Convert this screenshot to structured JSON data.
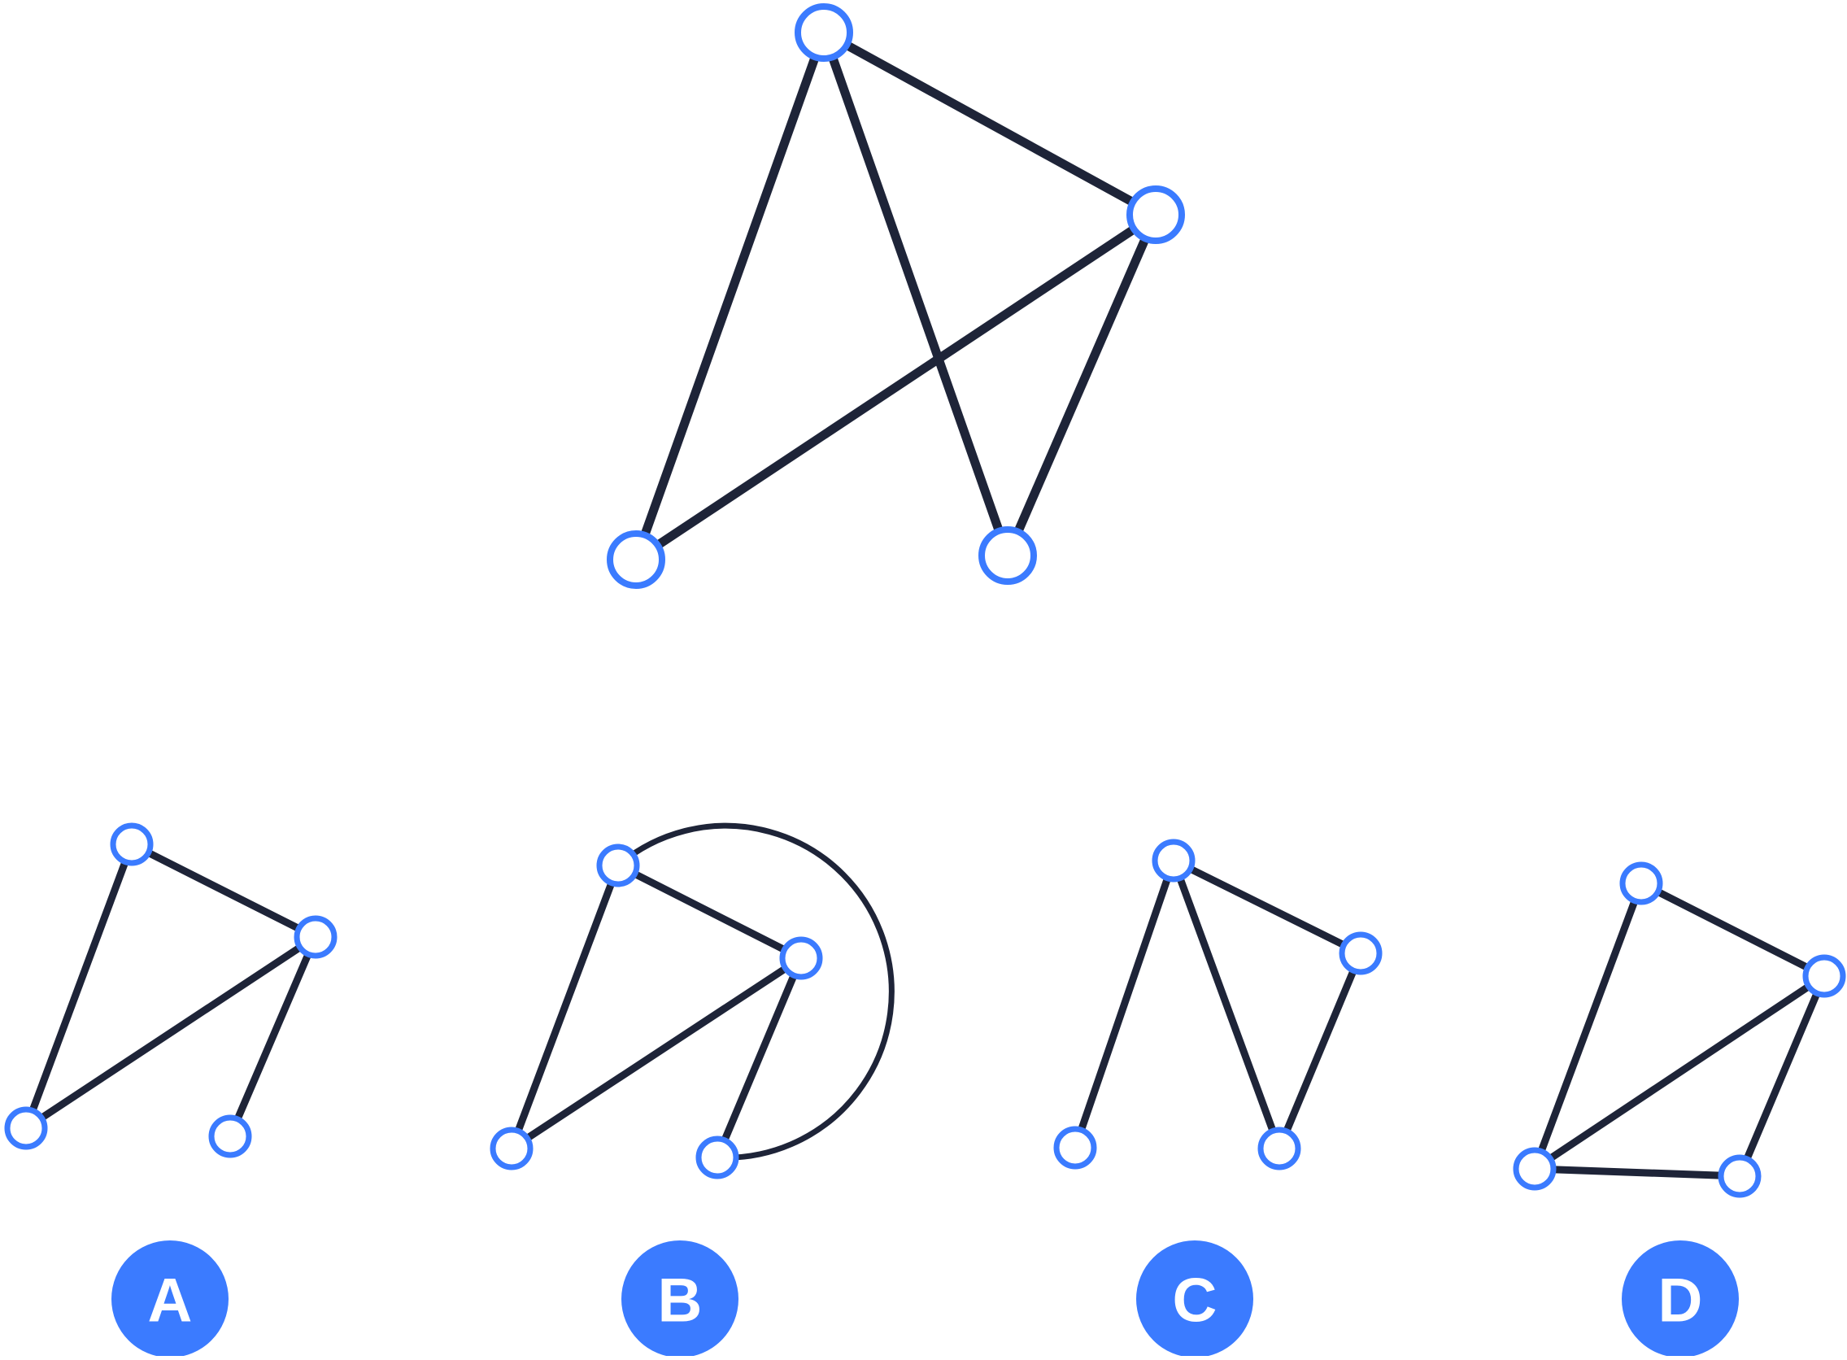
{
  "colors": {
    "edge": "#1e2438",
    "node_stroke": "#3b7bff",
    "node_fill": "#ffffff",
    "badge_fill": "#3b7bff",
    "badge_text": "#ffffff"
  },
  "main_graph": {
    "nodes": [
      "top",
      "right",
      "bottom-left",
      "bottom-right"
    ],
    "edges": [
      [
        "top",
        "right"
      ],
      [
        "top",
        "bottom-left"
      ],
      [
        "top",
        "bottom-right"
      ],
      [
        "right",
        "bottom-left"
      ],
      [
        "right",
        "bottom-right"
      ]
    ]
  },
  "options": [
    {
      "label": "A",
      "nodes": [
        "top",
        "right",
        "left",
        "bottom"
      ],
      "edges": [
        [
          "top",
          "right"
        ],
        [
          "top",
          "left"
        ],
        [
          "right",
          "left"
        ],
        [
          "right",
          "bottom"
        ]
      ]
    },
    {
      "label": "B",
      "nodes": [
        "top",
        "right",
        "left",
        "bottom"
      ],
      "edges": [
        [
          "top",
          "right"
        ],
        [
          "top",
          "left"
        ],
        [
          "right",
          "left"
        ],
        [
          "right",
          "bottom"
        ],
        [
          "top",
          "bottom"
        ]
      ]
    },
    {
      "label": "C",
      "nodes": [
        "top",
        "right",
        "left",
        "bottom"
      ],
      "edges": [
        [
          "top",
          "right"
        ],
        [
          "top",
          "left"
        ],
        [
          "top",
          "bottom"
        ],
        [
          "right",
          "bottom"
        ]
      ]
    },
    {
      "label": "D",
      "nodes": [
        "top",
        "right",
        "left",
        "bottom"
      ],
      "edges": [
        [
          "top",
          "right"
        ],
        [
          "top",
          "left"
        ],
        [
          "right",
          "left"
        ],
        [
          "right",
          "bottom"
        ],
        [
          "left",
          "bottom"
        ]
      ]
    }
  ]
}
